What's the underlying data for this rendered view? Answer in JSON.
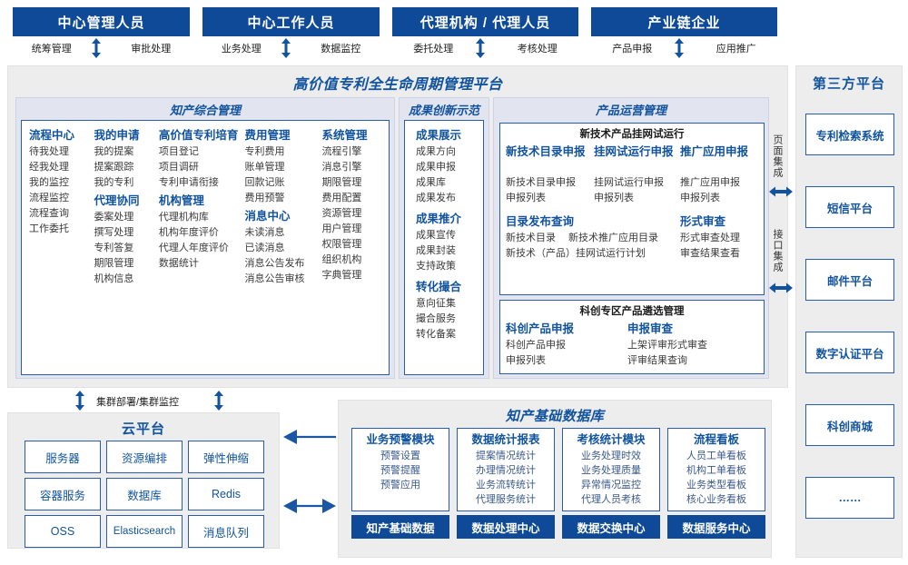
{
  "roles": [
    {
      "title": "中心管理人员",
      "left_cap": "统筹管理",
      "right_cap": "审批处理",
      "arrow": "updown-arrow"
    },
    {
      "title": "中心工作人员",
      "left_cap": "业务处理",
      "right_cap": "数据监控",
      "arrow": "updown-arrow"
    },
    {
      "title": "代理机构 / 代理人员",
      "left_cap": "委托处理",
      "right_cap": "考核处理",
      "arrow": "updown-arrow"
    },
    {
      "title": "产业链企业",
      "left_cap": "产品申报",
      "right_cap": "应用推广",
      "arrow": "updown-arrow"
    }
  ],
  "platform": {
    "title": "高价值专利全生命周期管理平台",
    "sections": [
      {
        "title": "知产综合管理",
        "columns": [
          {
            "groups": [
              {
                "header": "流程中心",
                "items": [
                  "待我处理",
                  "经我处理",
                  "我的监控",
                  "流程监控",
                  "流程查询",
                  "工作委托"
                ]
              }
            ]
          },
          {
            "groups": [
              {
                "header": "我的申请",
                "items": [
                  "我的提案",
                  "提案跟踪",
                  "我的专利"
                ]
              },
              {
                "header": "代理协同",
                "items": [
                  "委案处理",
                  "撰写处理",
                  "专利答复",
                  "期限管理",
                  "机构信息"
                ]
              }
            ]
          },
          {
            "groups": [
              {
                "header": "高价值专利培育",
                "items": [
                  "项目登记",
                  "项目调研",
                  "专利申请衔接"
                ]
              },
              {
                "header": "机构管理",
                "items": [
                  "代理机构库",
                  "机构年度评价",
                  "代理人年度评价",
                  "数据统计"
                ]
              }
            ]
          },
          {
            "groups": [
              {
                "header": "费用管理",
                "items": [
                  "专利费用",
                  "账单管理",
                  "回款记账",
                  "费用预警"
                ]
              },
              {
                "header": "消息中心",
                "items": [
                  "未读消息",
                  "已读消息",
                  "消息公告发布",
                  "消息公告审核"
                ]
              }
            ]
          },
          {
            "groups": [
              {
                "header": "系统管理",
                "items": [
                  "流程引擎",
                  "消息引擎",
                  "期限管理",
                  "费用配置",
                  "资源管理",
                  "用户管理",
                  "权限管理",
                  "组织机构",
                  "字典管理"
                ]
              }
            ]
          }
        ]
      },
      {
        "title": "成果创新示范",
        "columns": [
          {
            "groups": [
              {
                "header": "成果展示",
                "items": [
                  "成果方向",
                  "成果申报",
                  "成果库",
                  "成果发布"
                ]
              },
              {
                "header": "成果推介",
                "items": [
                  "成果宣传",
                  "成果封装",
                  "支持政策"
                ]
              },
              {
                "header": "转化撮合",
                "items": [
                  "意向征集",
                  "撮合服务",
                  "转化备案"
                ]
              }
            ]
          }
        ]
      }
    ],
    "product_section": {
      "title": "产品运营管理",
      "boxes": [
        {
          "title": "新技术产品挂网试运行",
          "row1": [
            {
              "header": "新技术目录申报",
              "items": [
                "新技术目录申报",
                "申报列表"
              ]
            },
            {
              "header": "挂网试运行申报",
              "items": [
                "挂网试运行申报",
                "申报列表"
              ]
            },
            {
              "header": "推广应用申报",
              "items": [
                "推广应用申报",
                "申报列表"
              ]
            }
          ],
          "row2_left": {
            "header": "目录发布查询",
            "items": [
              "新技术目录",
              "新技术推广应用目录",
              "新技术（产品）挂网试运行计划"
            ]
          },
          "row2_right": {
            "header": "形式审查",
            "items": [
              "形式审查处理",
              "审查结果查看"
            ]
          }
        },
        {
          "title": "科创专区产品遴选管理",
          "row1": [
            {
              "header": "科创产品申报",
              "items": [
                "科创产品申报",
                "申报列表"
              ]
            },
            {
              "header": "申报审查",
              "items": [
                "上架评审形式审查",
                "评审结果查询"
              ]
            }
          ]
        }
      ]
    }
  },
  "integration": {
    "labels": [
      "页面集成",
      "接口集成"
    ],
    "arrow": "left-right-arrow"
  },
  "third_party": {
    "title": "第三方平台",
    "items": [
      "专利检索系统",
      "短信平台",
      "邮件平台",
      "数字认证平台",
      "科创商城",
      "……"
    ]
  },
  "cloud": {
    "connector_label": "集群部署/集群监控",
    "title": "云平台",
    "cells": [
      "服务器",
      "资源编排",
      "弹性伸缩",
      "容器服务",
      "数据库",
      "Redis",
      "OSS",
      "Elasticsearch",
      "消息队列"
    ]
  },
  "database": {
    "title": "知产基础数据库",
    "columns": [
      {
        "header": "业务预警模块",
        "items": [
          "预警设置",
          "预警提醒",
          "预警应用"
        ],
        "footer": "知产基础数据"
      },
      {
        "header": "数据统计报表",
        "items": [
          "提案情况统计",
          "办理情况统计",
          "业务流转统计",
          "代理服务统计"
        ],
        "footer": "数据处理中心"
      },
      {
        "header": "考核统计模块",
        "items": [
          "业务处理时效",
          "业务处理质量",
          "异常情况监控",
          "代理人员考核"
        ],
        "footer": "数据交换中心"
      },
      {
        "header": "流程看板",
        "items": [
          "人员工单看板",
          "机构工单看板",
          "业务类型看板",
          "核心业务看板"
        ],
        "footer": "数据服务中心"
      }
    ]
  },
  "colors": {
    "brand_blue": "#0e4a97",
    "title_blue": "#11539e",
    "border_blue": "#2b5ca8",
    "panel_gray": "#ededed",
    "section_lilac": "#e2e5f0"
  }
}
